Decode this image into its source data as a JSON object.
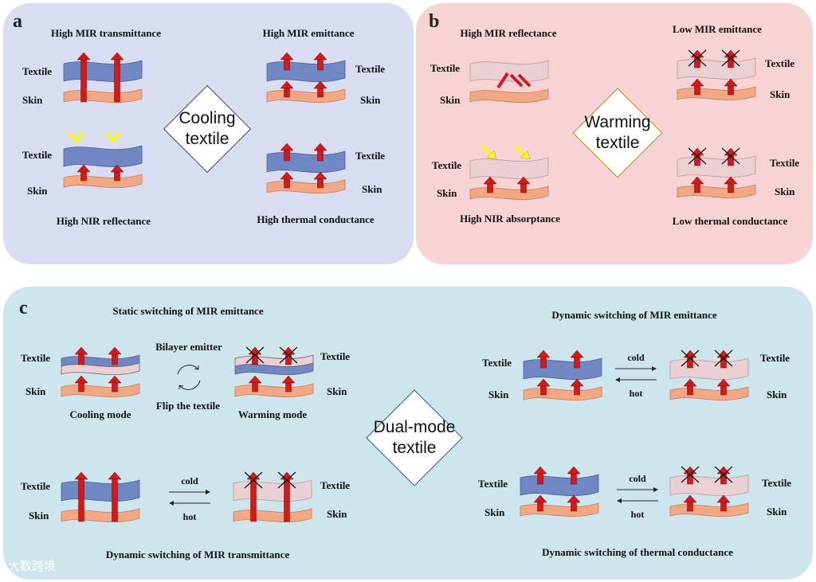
{
  "panel_a": {
    "letter": "a",
    "center": "Cooling\ntextile",
    "captions": [
      "High MIR transmittance",
      "High MIR emittance",
      "High NIR reflectance",
      "High thermal conductance"
    ],
    "textile": "Textile",
    "skin": "Skin"
  },
  "panel_b": {
    "letter": "b",
    "center": "Warming\ntextile",
    "captions": [
      "High MIR reflectance",
      "Low MIR emittance",
      "High NIR absorptance",
      "Low thermal conductance"
    ],
    "textile": "Textile",
    "skin": "Skin"
  },
  "panel_c": {
    "letter": "c",
    "center": "Dual-mode\ntextile",
    "static_title": "Static switching of MIR emittance",
    "bilayer": "Bilayer emitter",
    "flip": "Flip the textile",
    "cooling_mode": "Cooling mode",
    "warming_mode": "Warming mode",
    "dyn_emit": "Dynamic switching of MIR emittance",
    "dyn_trans": "Dynamic switching of MIR transmittance",
    "dyn_cond": "Dynamic switching of thermal conductance",
    "cold": "cold",
    "hot": "hot",
    "textile": "Textile",
    "skin": "Skin"
  },
  "watermark": "大数跨境",
  "colors": {
    "blue_textile": "#6f87c4",
    "pink_textile": "#ead0d3",
    "skin": "#f2a983",
    "arrow_red": "#d11a1a",
    "arrow_yellow": "#f2f23a"
  }
}
